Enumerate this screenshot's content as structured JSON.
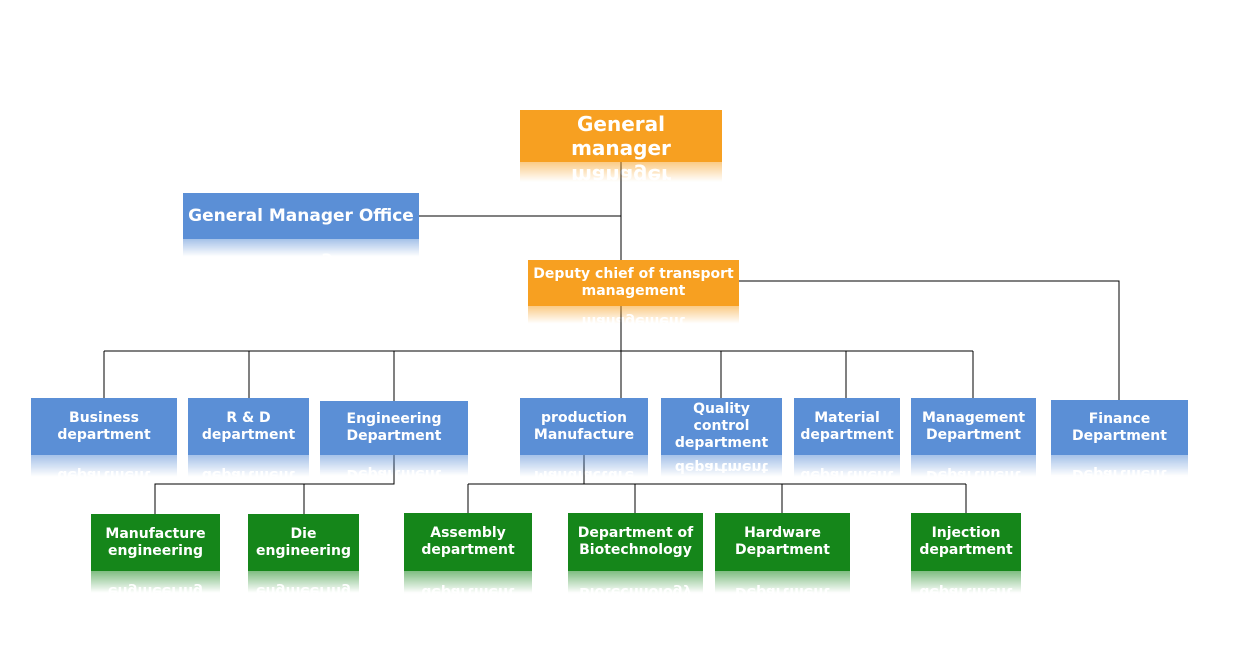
{
  "nodes": {
    "general_manager": "General manager",
    "gm_office": "General Manager Office",
    "deputy_chief": "Deputy chief of transport management",
    "business": "Business department",
    "rd": "R & D department",
    "engineering": "Engineering Department",
    "production": "production Manufacture",
    "quality": "Quality control department",
    "material": "Material department",
    "management": "Management Department",
    "finance": "Finance Department",
    "manufacture_eng": "Manufacture engineering",
    "die_eng": "Die engineering",
    "assembly": "Assembly department",
    "biotech": "Department of Biotechnology",
    "hardware": "Hardware Department",
    "injection": "Injection department"
  },
  "colors": {
    "top_level": "#f7a021",
    "department": "#5b8fd6",
    "sub_department": "#15861a",
    "line": "#000000"
  }
}
